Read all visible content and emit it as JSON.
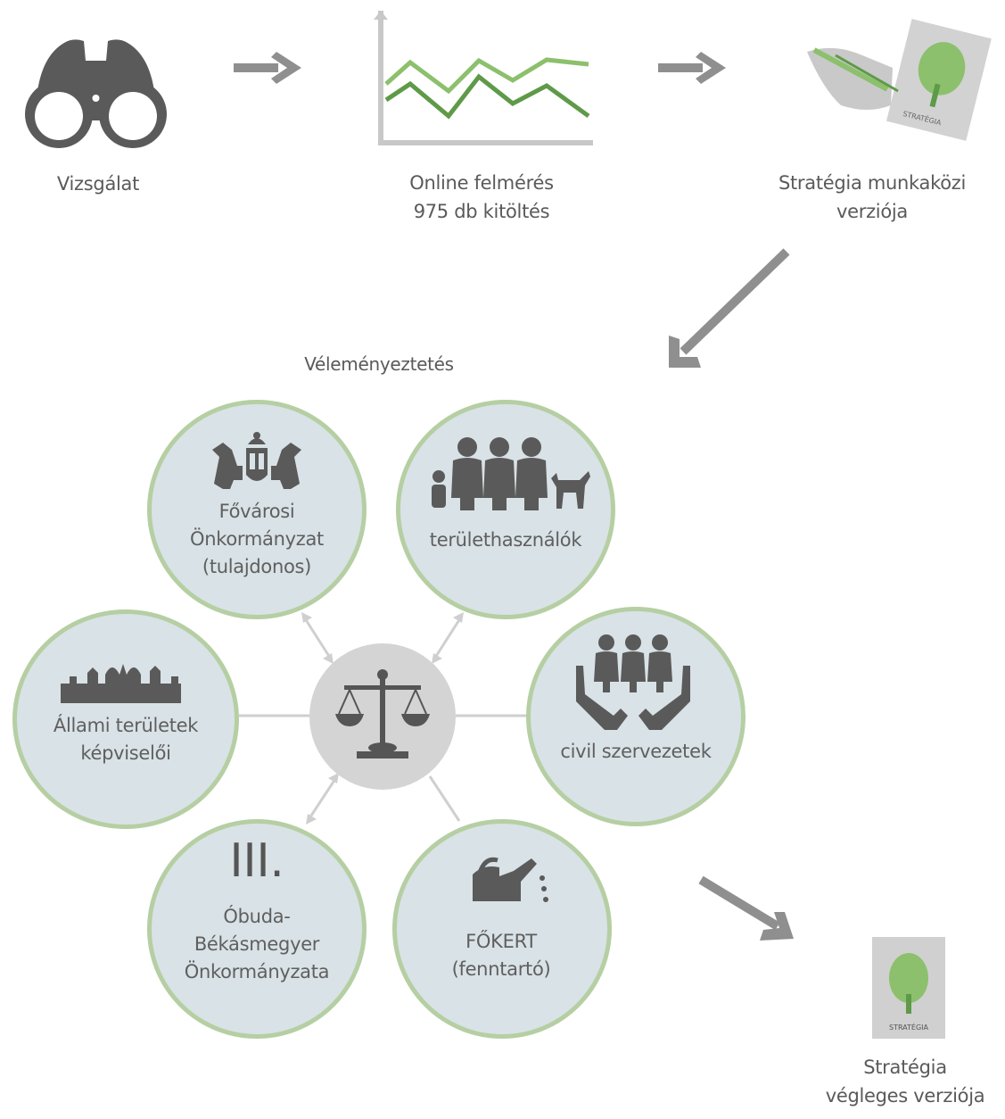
{
  "steps": {
    "investigation": "Vizsgálat",
    "survey_line1": "Online felmérés",
    "survey_line2": "975 db kitöltés",
    "draft_line1": "Stratégia munkaközi",
    "draft_line2": "verziója"
  },
  "consultation": {
    "title": "Véleményeztetés",
    "stakeholders": {
      "capital_line1": "Fővárosi",
      "capital_line2": "Önkormányzat",
      "capital_line3": "(tulajdonos)",
      "users": "területhasználók",
      "state_line1": "Állami területek",
      "state_line2": "képviselői",
      "civil": "civil szervezetek",
      "district_numeral": "III.",
      "district_line1": "Óbuda-",
      "district_line2": "Békásmegyer",
      "district_line3": "Önkormányzata",
      "fokert_line1": "FŐKERT",
      "fokert_line2": "(fenntartó)"
    }
  },
  "final": {
    "doc_label": "STRATÉGIA",
    "draft_doc_label": "STRATÉGIA",
    "line1": "Stratégia",
    "line2": "végleges verziója"
  },
  "colors": {
    "circle_fill": "#d9e2e6",
    "circle_border": "#b5cfa3",
    "green": "#8cc06c",
    "dark_green": "#5e9a48",
    "icon_gray": "#5a5a5a",
    "arrow_gray": "#8f8f8f"
  }
}
